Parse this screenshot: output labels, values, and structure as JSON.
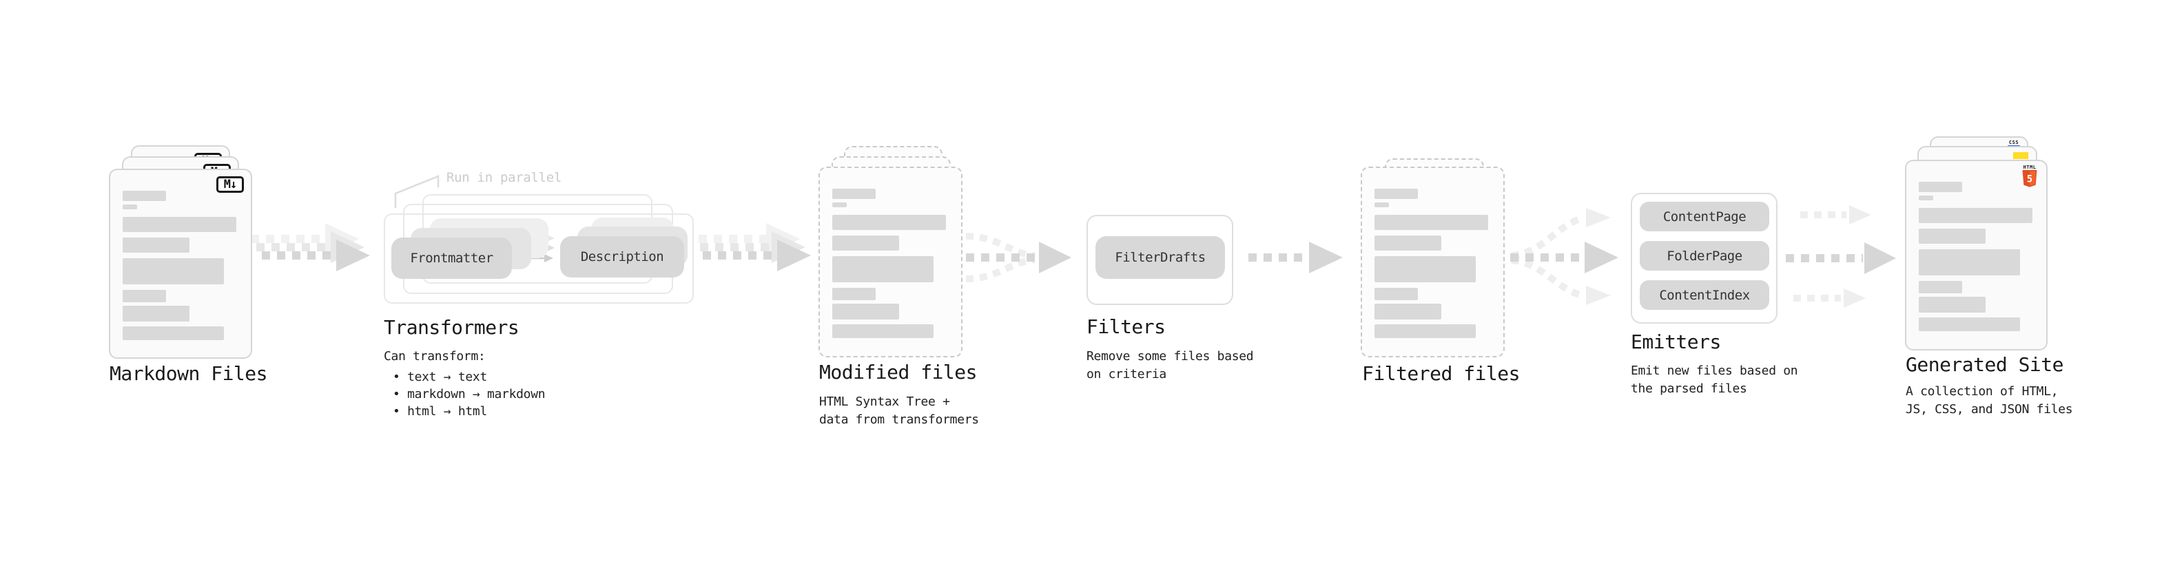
{
  "stages": {
    "markdown": {
      "title": "Markdown Files",
      "badge": "M↓"
    },
    "transformers": {
      "title": "Transformers",
      "note": "Run in parallel",
      "pill_from": "Frontmatter",
      "pill_to": "Description",
      "desc_heading": "Can transform:",
      "bullets": [
        "• text → text",
        "• markdown → markdown",
        "• html → html"
      ]
    },
    "modified": {
      "title": "Modified files",
      "subtitle_line1": "HTML Syntax Tree +",
      "subtitle_line2": "data from transformers"
    },
    "filters": {
      "title": "Filters",
      "pill": "FilterDrafts",
      "subtitle_line1": "Remove some files based",
      "subtitle_line2": "on criteria"
    },
    "filtered": {
      "title": "Filtered files"
    },
    "emitters": {
      "title": "Emitters",
      "pills": [
        "ContentPage",
        "FolderPage",
        "ContentIndex"
      ],
      "subtitle_line1": "Emit new files based on",
      "subtitle_line2": "the parsed files"
    },
    "generated": {
      "title": "Generated Site",
      "subtitle_line1": "A collection of HTML,",
      "subtitle_line2": "JS, CSS, and JSON files",
      "badges": {
        "css": "CSS",
        "html_label": "HTML",
        "html_number": "5"
      }
    }
  },
  "colors": {
    "arrow_dark": "#d6d6d6",
    "arrow_mid": "#e7e7e7",
    "arrow_light": "#eeeeee",
    "pill_fill": "#d8d8d8",
    "doc_fill": "#fafafa",
    "doc_border": "#d5d5d5",
    "bar_fill": "#d9d9d9",
    "html5_orange": "#e44d26",
    "html5_orange_light": "#f16529",
    "js_yellow": "#ffdc26",
    "css_blue": "#2e62e8",
    "note_gray": "#cbcbcb",
    "text_dark": "#1a1a1a"
  }
}
